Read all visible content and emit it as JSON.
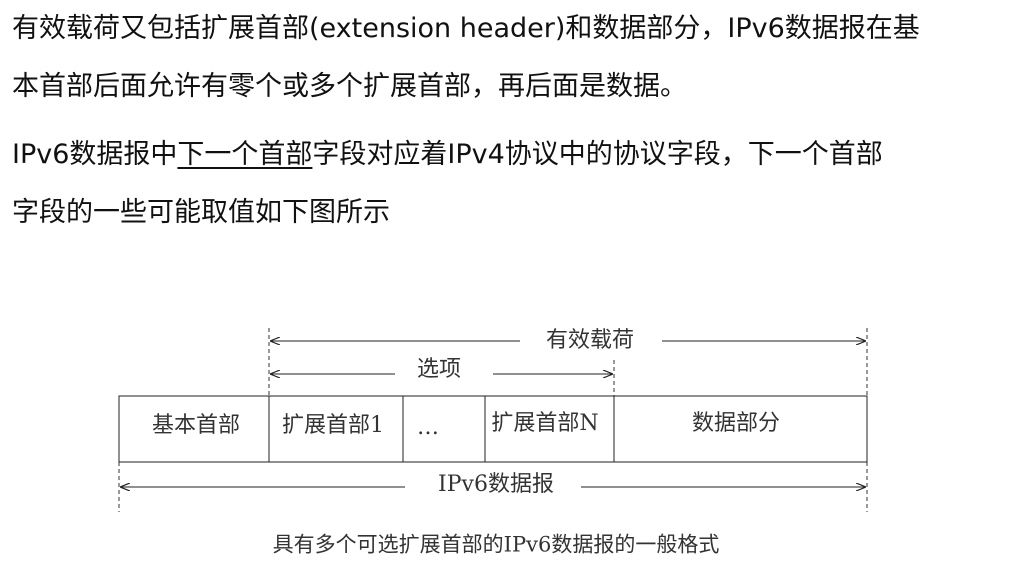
{
  "paragraph1": {
    "line1": "有效载荷又包括扩展首部(extension header)和数据部分，IPv6数据报在基",
    "line2": "本首部后面允许有零个或多个扩展首部，再后面是数据。"
  },
  "paragraph2": {
    "line1_prefix": "IPv6数据报中",
    "line1_underlined": "下一个首部",
    "line1_suffix": "字段对应着IPv4协议中的协议字段，下一个首部",
    "line2": "字段的一些可能取值如下图所示"
  },
  "diagram": {
    "payload_label": "有效载荷",
    "options_label": "选项",
    "cells": [
      "基本首部",
      "扩展首部1",
      "…",
      "扩展首部N",
      "数据部分"
    ],
    "datagram_label": "IPv6数据报",
    "caption": "具有多个可选扩展首部的IPv6数据报的一般格式"
  }
}
